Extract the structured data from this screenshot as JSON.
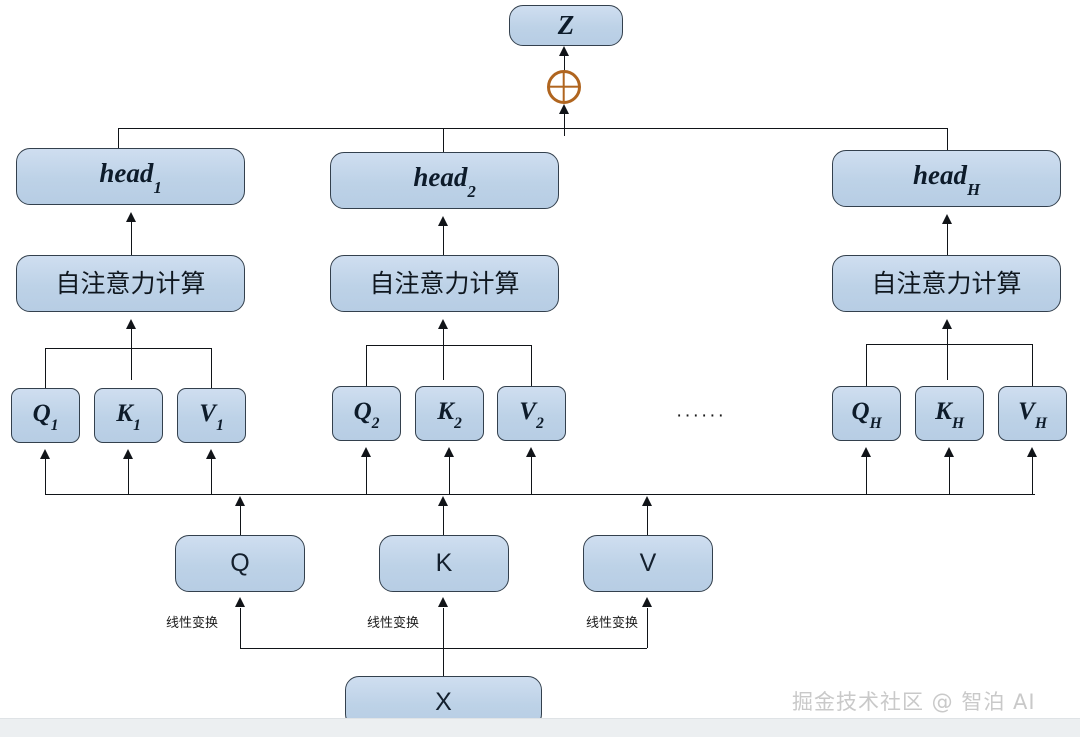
{
  "diagram": {
    "title": "Multi-Head Attention Architecture",
    "colors": {
      "box_fill_top": "#cfdef0",
      "box_fill_bottom": "#b7cde4",
      "box_border": "#33404d",
      "line": "#111418",
      "plus_circle": "#b0651f",
      "watermark": "#c9c9c9",
      "page_strip": "#eceff1"
    },
    "output": {
      "label": "Z"
    },
    "combine": {
      "icon": "circled-plus-icon",
      "symbol": "⊕"
    },
    "heads": [
      {
        "head_label": "head",
        "head_sub": "1",
        "attention_label": "自注意力计算",
        "qkv": [
          {
            "label": "Q",
            "sub": "1"
          },
          {
            "label": "K",
            "sub": "1"
          },
          {
            "label": "V",
            "sub": "1"
          }
        ]
      },
      {
        "head_label": "head",
        "head_sub": "2",
        "attention_label": "自注意力计算",
        "qkv": [
          {
            "label": "Q",
            "sub": "2"
          },
          {
            "label": "K",
            "sub": "2"
          },
          {
            "label": "V",
            "sub": "2"
          }
        ]
      },
      {
        "head_label": "head",
        "head_sub": "H",
        "attention_label": "自注意力计算",
        "qkv": [
          {
            "label": "Q",
            "sub": "H"
          },
          {
            "label": "K",
            "sub": "H"
          },
          {
            "label": "V",
            "sub": "H"
          }
        ]
      }
    ],
    "ellipsis": "······",
    "projections": [
      {
        "label": "Q",
        "caption": "线性变换"
      },
      {
        "label": "K",
        "caption": "线性变换"
      },
      {
        "label": "V",
        "caption": "线性变换"
      }
    ],
    "input": {
      "label": "X"
    },
    "watermark": "掘金技术社区 @ 智泊 AI"
  }
}
